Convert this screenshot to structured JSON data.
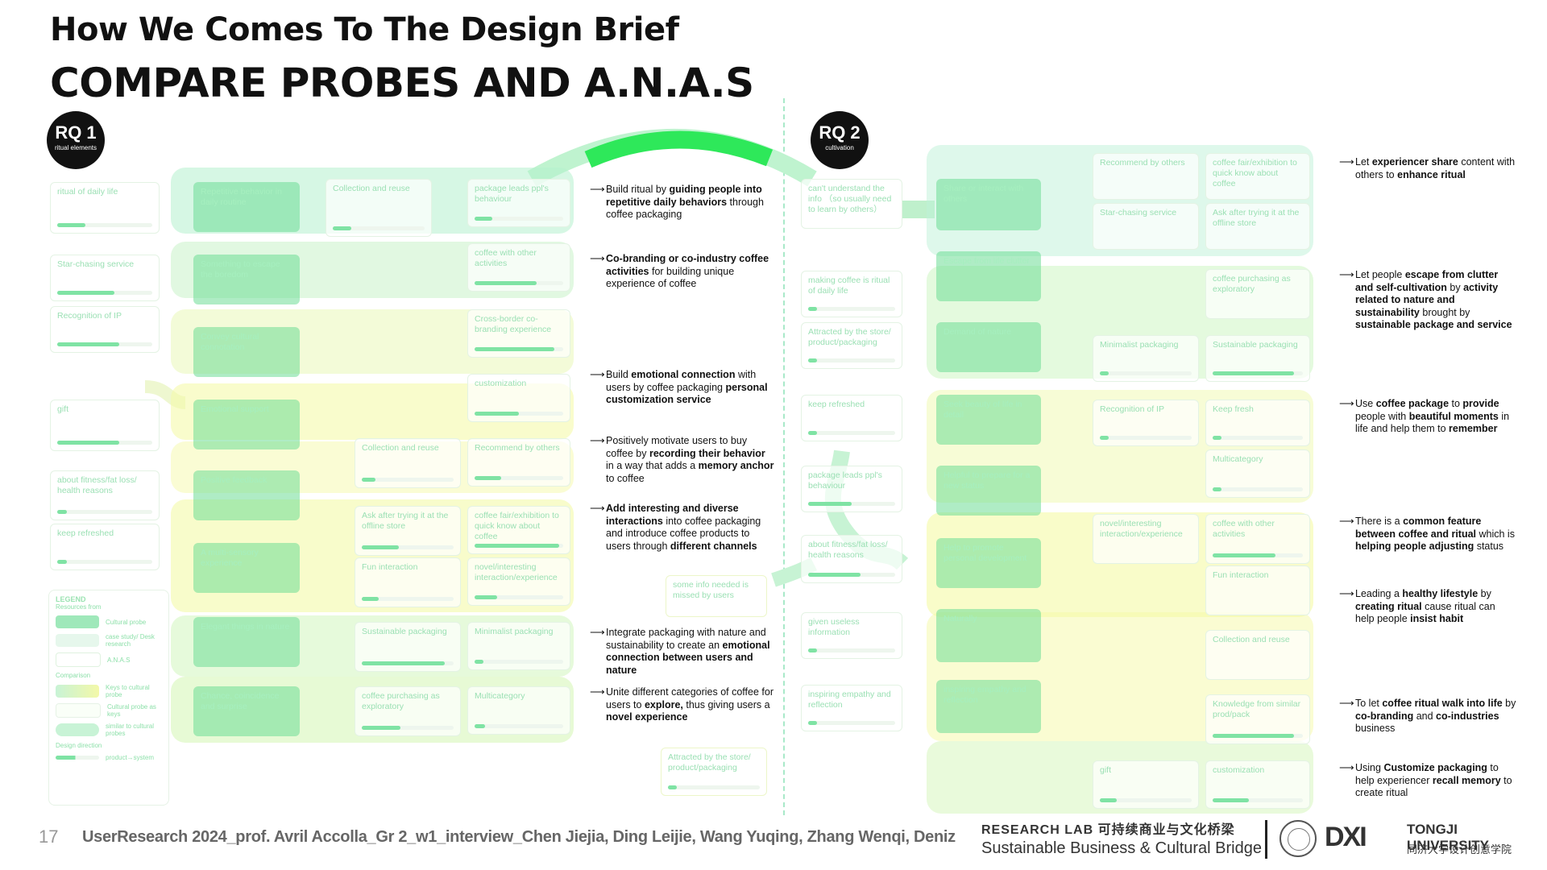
{
  "header": {
    "subtitle": "How We Comes To The Design Brief",
    "title": "COMPARE PROBES AND A.N.A.S"
  },
  "rq1": {
    "label": "RQ 1",
    "sub": "ritual elements"
  },
  "rq2": {
    "label": "RQ 2",
    "sub": "cultivation"
  },
  "left_nodes": {
    "a1": "ritual of daily life",
    "a2": "Star-chasing service",
    "a3": "Recognition of IP",
    "a4": "gift",
    "a5": "about fitness/fat loss/ health reasons",
    "a6": "keep refreshed",
    "b1": "Repetitive behavior in daily routine",
    "b2": "Something to escape the boredom",
    "b3": "Convey cultural connotation",
    "b4": "Emotional support",
    "b5": "Positive feedback",
    "b6": "A multi-sensory experience",
    "b7": "Elegant things in nature",
    "b8": "Chance, coincidence and surprise",
    "c1": "Collection and reuse",
    "c2": "Collection and reuse",
    "c3": "Ask after trying it at the offline store",
    "c4": "Fun interaction",
    "c5": "Sustainable packaging",
    "c6": "coffee purchasing as exploratory",
    "d1": "package leads ppl's behaviour",
    "d2": "coffee with other activities",
    "d3": "Cross-border co-branding experience",
    "d4": "customization",
    "d5": "Recommend by others",
    "d6": "coffee fair/exhibition to quick know about coffee",
    "d7": "novel/interesting interaction/experience",
    "d8": "Minimalist packaging",
    "d9": "Multicategory",
    "m1": "some info needed is missed by users",
    "m2": "Attracted by the store/ product/packaging"
  },
  "right_nodes": {
    "e1": "can't understand the info （so usually need to learn by others）",
    "e2": "making coffee is ritual of daily life",
    "e3": "Attracted by the store/ product/packaging",
    "e4": "keep refreshed",
    "e5": "package leads ppl's behaviour",
    "e6": "about fitness/fat loss/ health reasons",
    "e7": "given useless information",
    "e8": "inspiring empathy and reflection",
    "f1": "Share or interact with others",
    "f2": "Escape from life clutter",
    "f3": "Demand of nature",
    "f4": "Seek beauty of life in detail",
    "f5": "Helpful to prepare for a new status",
    "f6": "Help to promote personal development",
    "f7": "Naturally",
    "f8": "inspiring empathy and reflection",
    "g1": "Recommend by others",
    "g2": "Star-chasing service",
    "g3": "Minimalist packaging",
    "g4": "Recognition of IP",
    "g5": "novel/interesting interaction/experience",
    "g6": "gift",
    "h1": "coffee fair/exhibition to quick know about coffee",
    "h2": "Ask after trying it at the offline store",
    "h3": "coffee purchasing as exploratory",
    "h4": "Sustainable packaging",
    "h5": "Keep fresh",
    "h6": "Multicategory",
    "h7": "coffee with other activities",
    "h8": "Fun interaction",
    "h9": "Collection and reuse",
    "h10": "Knowledge from similar prod/pack",
    "h11": "customization"
  },
  "left_insights": [
    {
      "parts": [
        [
          "Build ritual by ",
          false
        ],
        [
          "guiding people into repetitive daily behaviors",
          true
        ],
        [
          " through coffee packaging",
          false
        ]
      ]
    },
    {
      "parts": [
        [
          "Co-branding or co-industry coffee activities",
          true
        ],
        [
          " for building unique experience of coffee",
          false
        ]
      ]
    },
    {
      "parts": [
        [
          "Build ",
          false
        ],
        [
          "emotional connection",
          true
        ],
        [
          " with users by coffee packaging ",
          false
        ],
        [
          "personal customization service",
          true
        ]
      ]
    },
    {
      "parts": [
        [
          "Positively motivate users to buy coffee by ",
          false
        ],
        [
          "recording their behavior",
          true
        ],
        [
          " in a way that adds a ",
          false
        ],
        [
          "memory anchor",
          true
        ],
        [
          " to coffee",
          false
        ]
      ]
    },
    {
      "parts": [
        [
          "Add interesting and diverse interactions",
          true
        ],
        [
          " into coffee packaging and introduce coffee products to users through ",
          false
        ],
        [
          "different channels",
          true
        ]
      ]
    },
    {
      "parts": [
        [
          "Integrate packaging with nature and sustainability to create an ",
          false
        ],
        [
          "emotional connection between users and nature",
          true
        ]
      ]
    },
    {
      "parts": [
        [
          "Unite different categories of coffee for users to ",
          false
        ],
        [
          "explore,",
          true
        ],
        [
          " thus giving users a ",
          false
        ],
        [
          "novel experience",
          true
        ]
      ]
    }
  ],
  "right_insights": [
    {
      "parts": [
        [
          "Let ",
          false
        ],
        [
          "experiencer share",
          true
        ],
        [
          " content with others to ",
          false
        ],
        [
          "enhance ritual",
          true
        ]
      ]
    },
    {
      "parts": [
        [
          "Let people ",
          false
        ],
        [
          "escape from clutter and self-cultivation",
          true
        ],
        [
          " by ",
          false
        ],
        [
          "activity related to nature and sustainability",
          true
        ],
        [
          " brought by ",
          false
        ],
        [
          "sustainable package and service",
          true
        ]
      ]
    },
    {
      "parts": [
        [
          "Use ",
          false
        ],
        [
          "coffee package",
          true
        ],
        [
          " to ",
          false
        ],
        [
          "provide",
          true
        ],
        [
          " people with ",
          false
        ],
        [
          "beautiful moments",
          true
        ],
        [
          " in life and help them to ",
          false
        ],
        [
          "remember",
          true
        ]
      ]
    },
    {
      "parts": [
        [
          "There is a ",
          false
        ],
        [
          "common feature between coffee and ritual",
          true
        ],
        [
          " which is ",
          false
        ],
        [
          "helping people adjusting",
          true
        ],
        [
          " status",
          false
        ]
      ]
    },
    {
      "parts": [
        [
          "Leading a ",
          false
        ],
        [
          "healthy lifestyle",
          true
        ],
        [
          " by ",
          false
        ],
        [
          "creating ritual",
          true
        ],
        [
          " cause ritual can help people ",
          false
        ],
        [
          "insist habit",
          true
        ]
      ]
    },
    {
      "parts": [
        [
          "To let ",
          false
        ],
        [
          "coffee ritual walk into life",
          true
        ],
        [
          " by ",
          false
        ],
        [
          "co-branding",
          true
        ],
        [
          " and ",
          false
        ],
        [
          "co-industries",
          true
        ],
        [
          " business",
          false
        ]
      ]
    },
    {
      "parts": [
        [
          "Using ",
          false
        ],
        [
          "Customize packaging",
          true
        ],
        [
          " to help experiencer ",
          false
        ],
        [
          "recall memory",
          true
        ],
        [
          " to create ritual",
          false
        ]
      ]
    }
  ],
  "legend": {
    "title": "LEGEND",
    "resources": "Resources from",
    "cultural_probe": "Cultural probe",
    "case_study": "case study/ Desk research",
    "anas": "A.N.A.S",
    "comparison": "Comparison",
    "keys": "Keys to cultural probe",
    "cp_keys": "Cultural probe as keys",
    "similar": "similar to cultural probes",
    "design_direction": "Design direction",
    "product_system": "product→system"
  },
  "footer": {
    "page": "17",
    "credits": "UserResearch 2024_prof. Avril Accolla_Gr 2_w1_interview_Chen Jiejia, Ding Leijie, Wang Yuqing, Zhang Wenqi, Deniz",
    "lab_en": "RESEARCH LAB",
    "lab_cn": "可持续商业与文化桥梁",
    "lab_sub": "Sustainable Business & Cultural Bridge",
    "dxi": "DXI",
    "university": "TONGJI UNIVERSITY",
    "university_cn": "同济大学设计创意学院"
  },
  "colors": {
    "green": "#2ee85a",
    "light_green": "#c9f5d8",
    "yellow": "#f2f79a",
    "dark_node": "#7fe3a4"
  }
}
